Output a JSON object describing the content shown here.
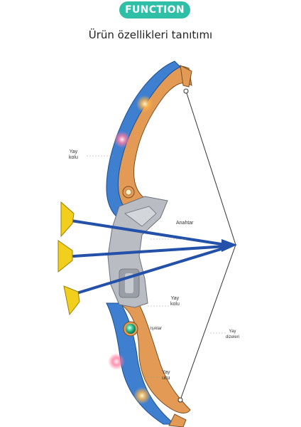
{
  "header": {
    "badge_label": "FUNCTION",
    "title": "Ürün özellikleri tanıtımı"
  },
  "labels": {
    "arm_top_1": "Yay",
    "arm_top_2": "kolu",
    "switch": "Anahtar",
    "arm_mid_1": "Yay",
    "arm_mid_2": "kolu",
    "lights": "Işıklar",
    "tip_1": "Yay",
    "tip_2": "ucu",
    "string_1": "Yay",
    "string_2": "dizeleri"
  },
  "colors": {
    "badge": "#2fbfa6",
    "limb_blue": "#3f7fd0",
    "limb_orange": "#e39a55",
    "grip_gray": "#b9bcc2",
    "arrow_blue": "#2350a8",
    "suction_yellow": "#f2cf1c"
  }
}
